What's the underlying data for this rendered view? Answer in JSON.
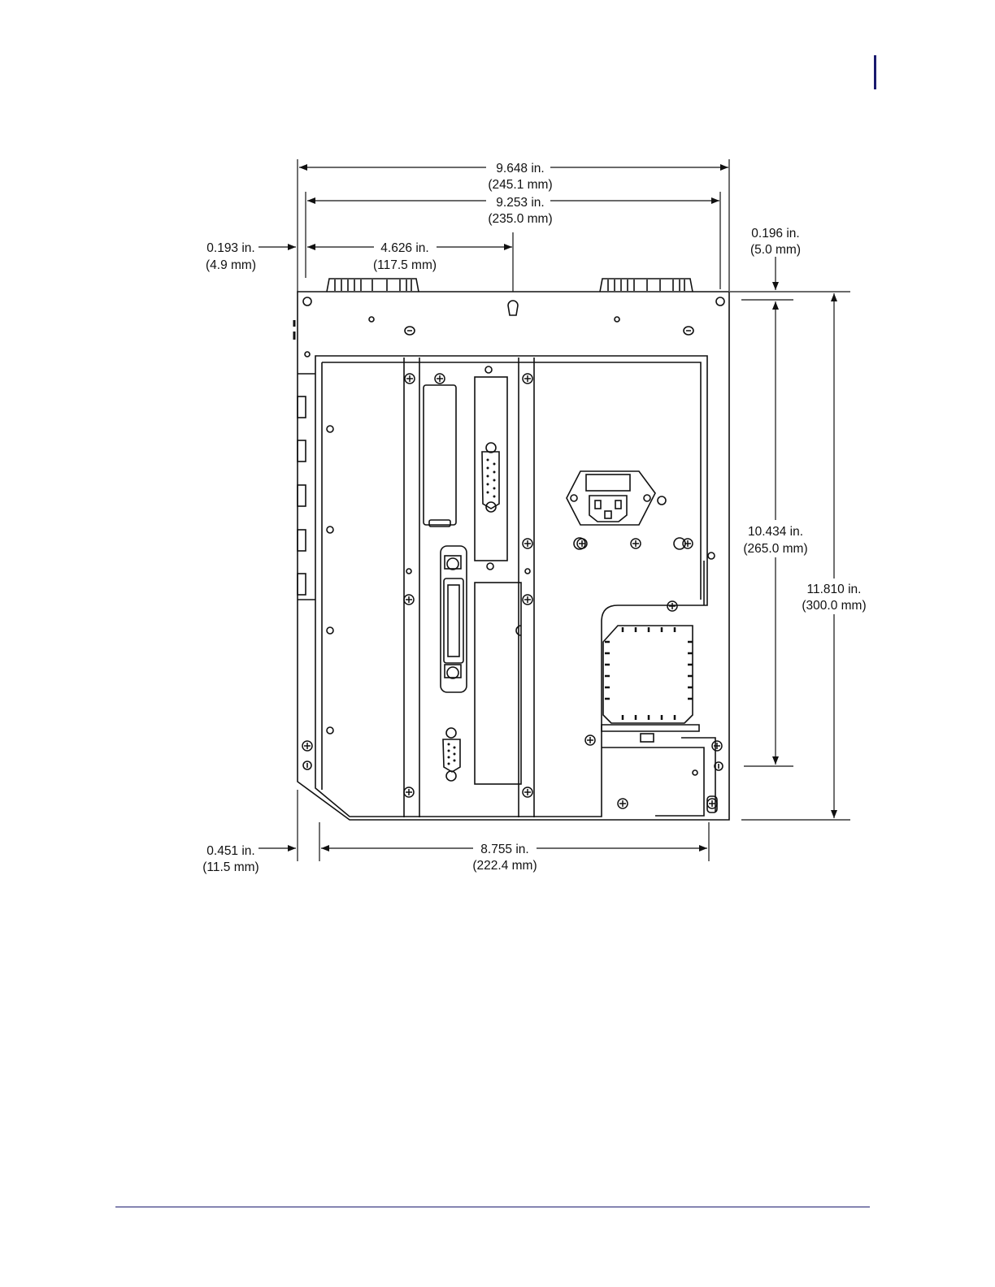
{
  "dimensions": {
    "overall_width": {
      "inches": "9.648 in.",
      "mm": "(245.1 mm)"
    },
    "foot_width": {
      "inches": "9.253 in.",
      "mm": "(235.0 mm)"
    },
    "left_offset": {
      "inches": "0.193 in.",
      "mm": "(4.9 mm)"
    },
    "half_width": {
      "inches": "4.626 in.",
      "mm": "(117.5 mm)"
    },
    "top_offset": {
      "inches": "0.196 in.",
      "mm": "(5.0 mm)"
    },
    "inner_height": {
      "inches": "10.434 in.",
      "mm": "(265.0 mm)"
    },
    "overall_height": {
      "inches": "11.810 in.",
      "mm": "(300.0 mm)"
    },
    "bottom_left_offset": {
      "inches": "0.451 in.",
      "mm": "(11.5 mm)"
    },
    "bottom_width": {
      "inches": "8.755 in.",
      "mm": "(222.4 mm)"
    }
  },
  "colors": {
    "ink": "#111111",
    "rule": "#1a1a6e"
  }
}
